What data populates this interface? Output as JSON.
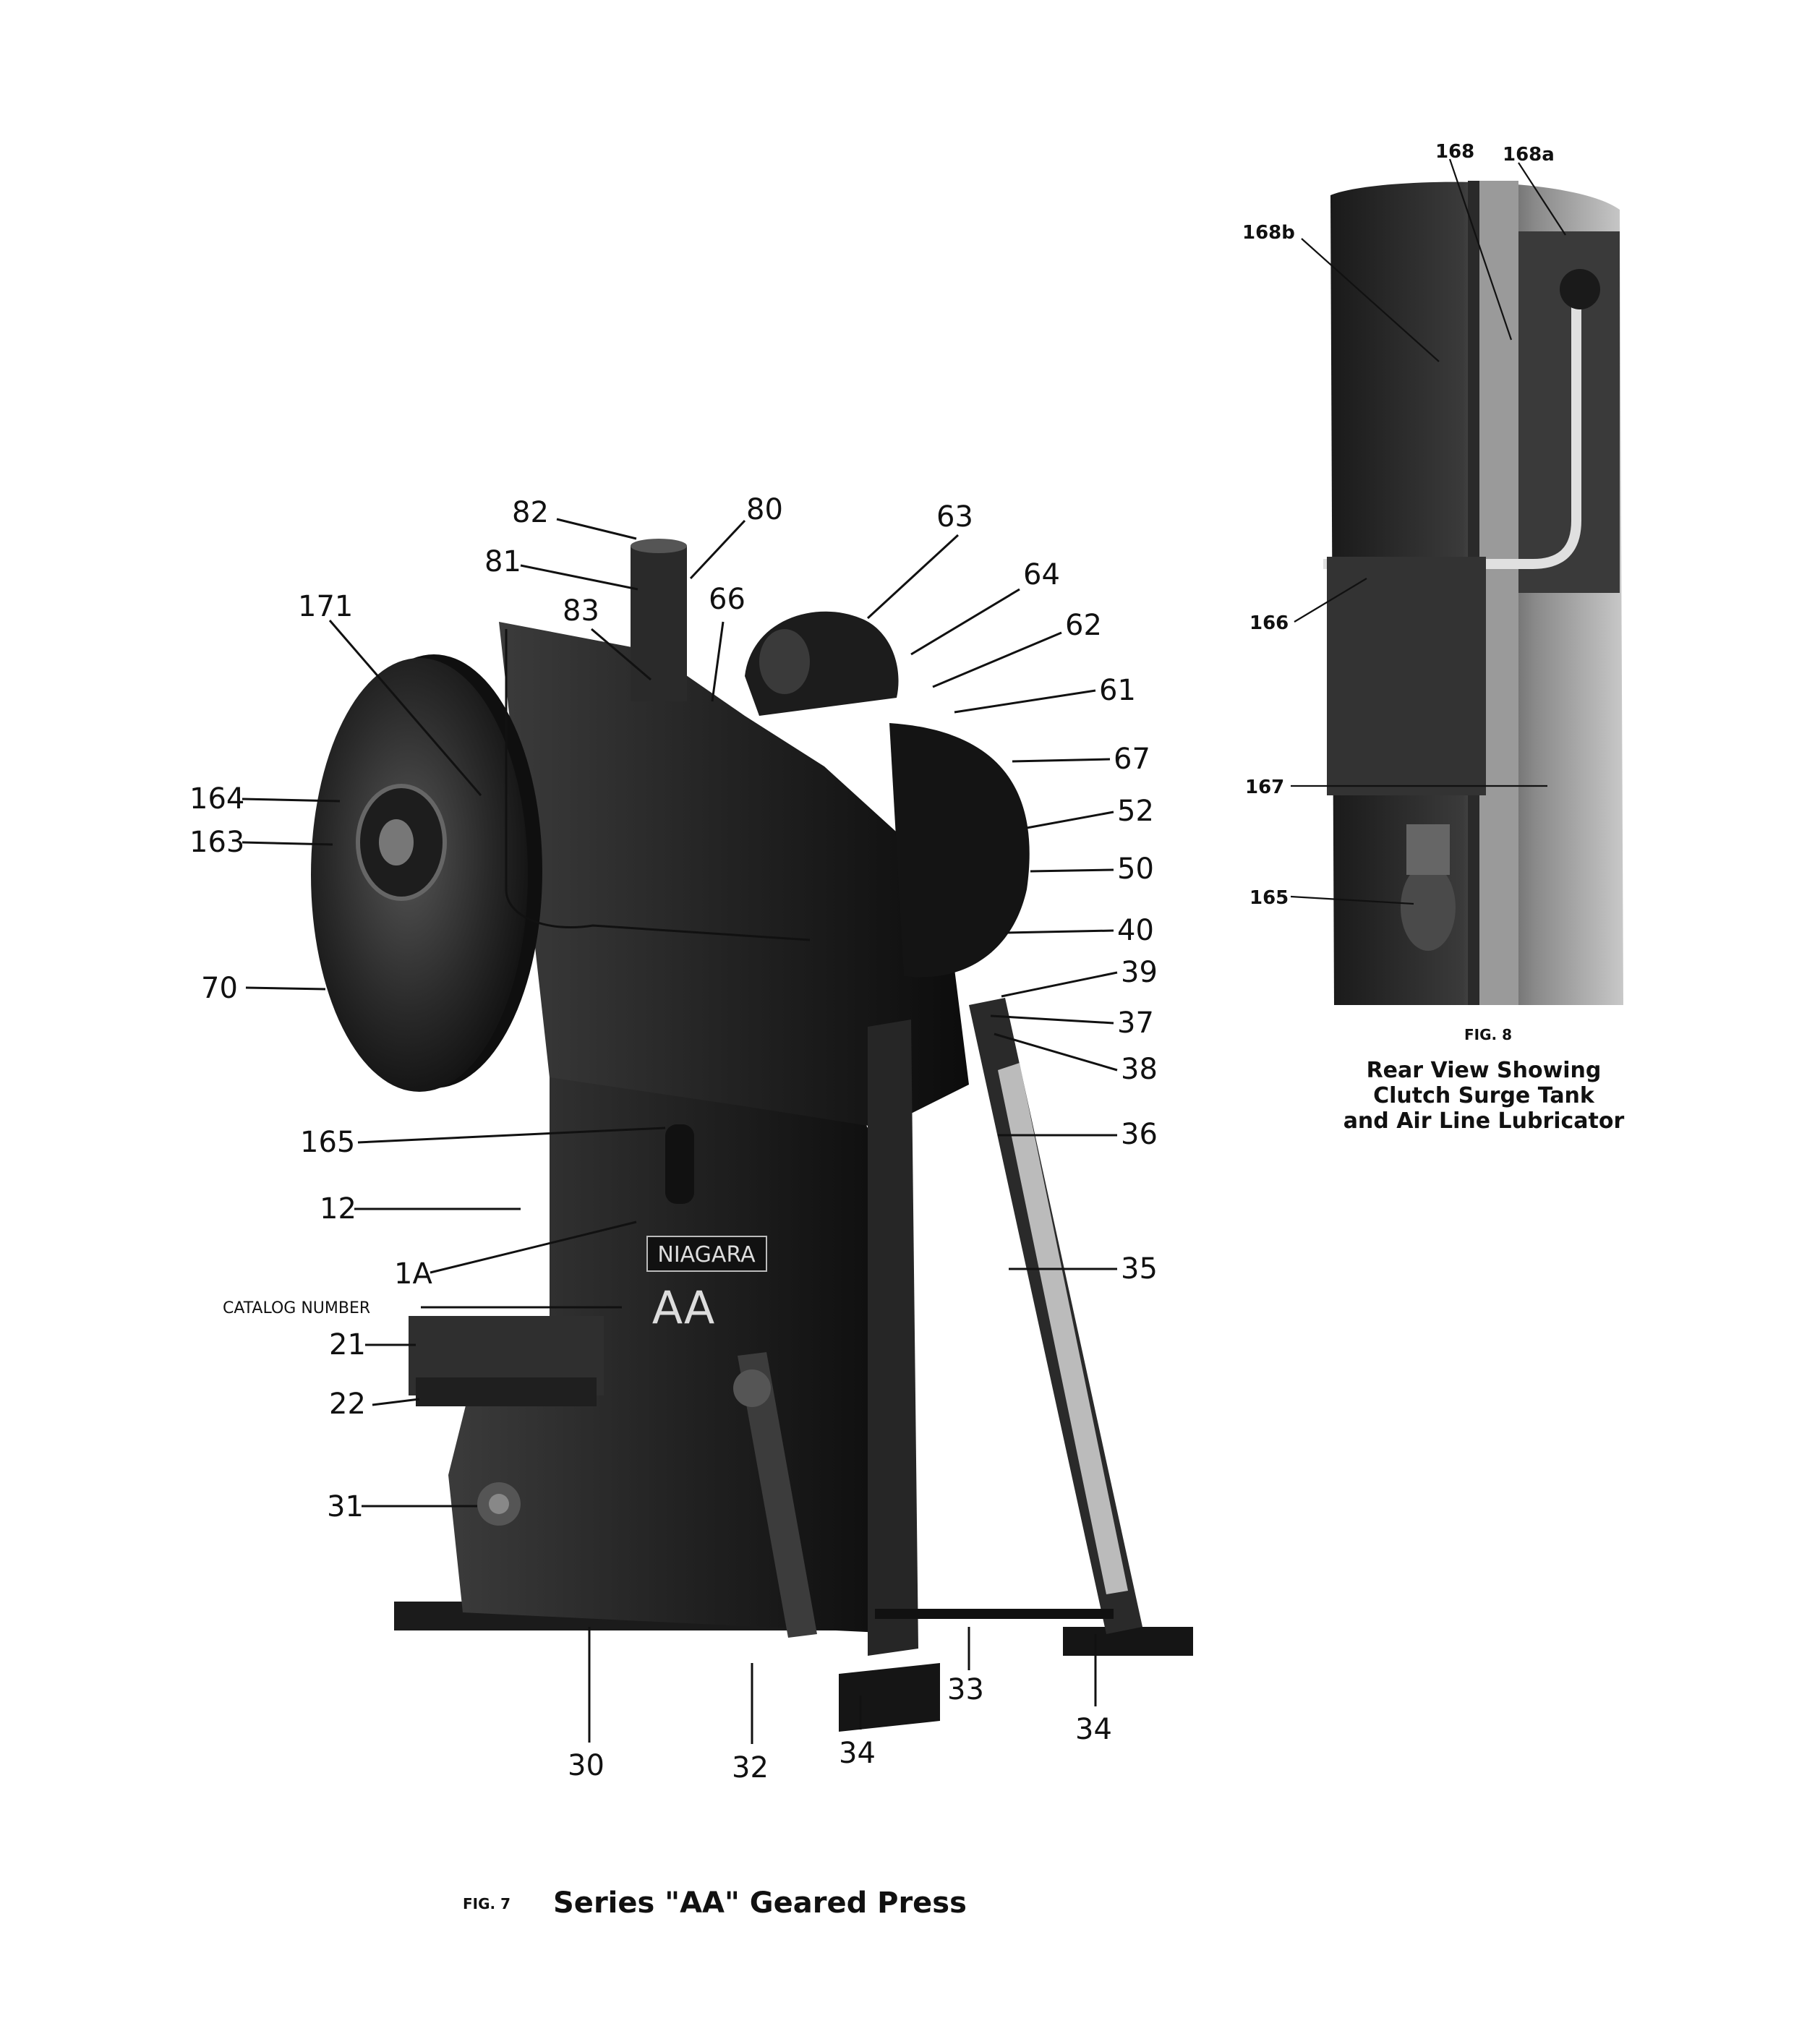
{
  "figure7": {
    "fig_label": "FIG. 7",
    "title": "Series \"AA\" Geared Press",
    "nameplate": "NIAGARA",
    "model_marking": "AA",
    "callouts": {
      "c82": "82",
      "c80": "80",
      "c63": "63",
      "c81": "81",
      "c171": "171",
      "c83": "83",
      "c66": "66",
      "c64": "64",
      "c62": "62",
      "c61": "61",
      "c67": "67",
      "c164": "164",
      "c163": "163",
      "c52": "52",
      "c50": "50",
      "c40": "40",
      "c70": "70",
      "c39": "39",
      "c37": "37",
      "c38": "38",
      "c165": "165",
      "c36": "36",
      "c12": "12",
      "c1A": "1A",
      "c35": "35",
      "catalog": "CATALOG NUMBER",
      "c21": "21",
      "c22": "22",
      "c31": "31",
      "c33": "33",
      "c34a": "34",
      "c34b": "34",
      "c30": "30",
      "c32": "32"
    }
  },
  "figure8": {
    "fig_label": "FIG. 8",
    "caption_lines": [
      "Rear View Showing",
      "Clutch Surge Tank",
      "and Air Line Lubricator"
    ],
    "callouts": {
      "c168": "168",
      "c168a": "168a",
      "c168b": "168b",
      "c166": "166",
      "c167": "167",
      "c165": "165"
    }
  }
}
